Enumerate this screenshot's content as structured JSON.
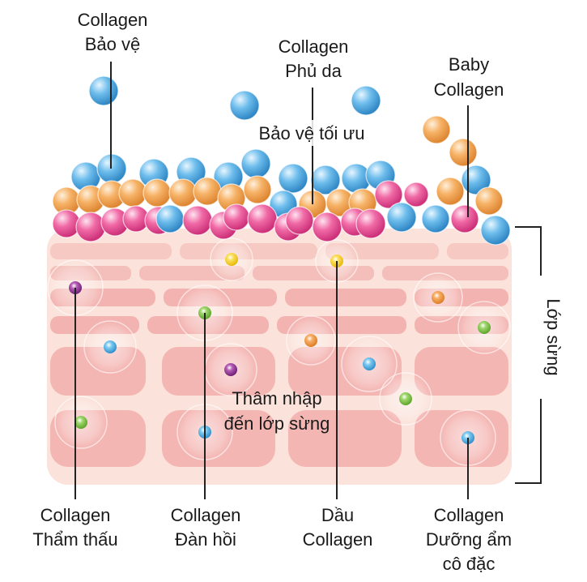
{
  "labels": {
    "collagen_bao_ve": [
      "Collagen",
      "Bảo vệ"
    ],
    "collagen_phu_da": [
      "Collagen",
      "Phủ da"
    ],
    "bao_ve_toi_uu": "Bảo vệ tối ưu",
    "baby_collagen": [
      "Baby",
      "Collagen"
    ],
    "lop_sung": "Lớp sừng",
    "tham_nhap": [
      "Thâm nhập",
      "đến lớp sừng"
    ],
    "collagen_tham_thau": [
      "Collagen",
      "Thẩm thấu"
    ],
    "collagen_dan_hoi": [
      "Collagen",
      "Đàn hồi"
    ],
    "dau_collagen": [
      "Dầu",
      "Collagen"
    ],
    "collagen_duong_am": [
      "Collagen",
      "Dưỡng ẩm",
      "cô đặc"
    ]
  },
  "colors": {
    "skin_base": "#fbe0d8",
    "skin_band": "#f5b9b4",
    "cell": "#f6c1bd",
    "collagen_blue": "#4aa8e0",
    "collagen_orange": "#f2a24f",
    "collagen_pink": "#e94f92",
    "particle_purple": "#8b2c8e",
    "particle_green": "#7dc142",
    "particle_yellow": "#f8d11c",
    "particle_orange": "#f3953c",
    "particle_blue": "#4fb2e6",
    "line": "#222222"
  }
}
